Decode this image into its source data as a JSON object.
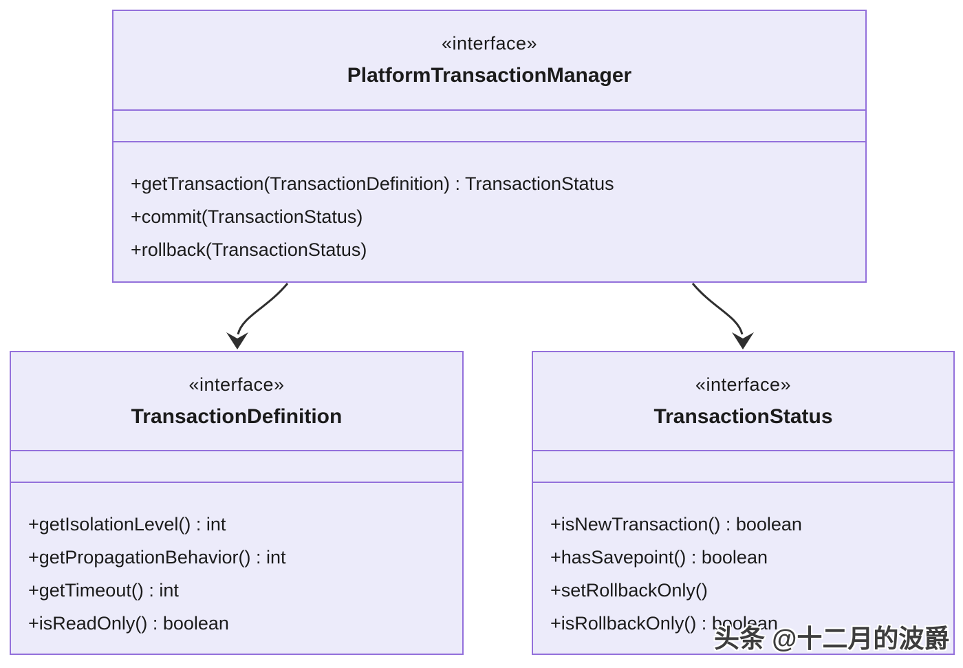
{
  "diagram": {
    "type": "uml-class-diagram",
    "classes": [
      {
        "id": "PlatformTransactionManager",
        "stereotype": "«interface»",
        "name": "PlatformTransactionManager",
        "attributes": [],
        "methods": [
          "+getTransaction(TransactionDefinition) : TransactionStatus",
          "+commit(TransactionStatus)",
          "+rollback(TransactionStatus)"
        ]
      },
      {
        "id": "TransactionDefinition",
        "stereotype": "«interface»",
        "name": "TransactionDefinition",
        "attributes": [],
        "methods": [
          "+getIsolationLevel() : int",
          "+getPropagationBehavior() : int",
          "+getTimeout() : int",
          "+isReadOnly() : boolean"
        ]
      },
      {
        "id": "TransactionStatus",
        "stereotype": "«interface»",
        "name": "TransactionStatus",
        "attributes": [],
        "methods": [
          "+isNewTransaction() : boolean",
          "+hasSavepoint() : boolean",
          "+setRollbackOnly()",
          "+isRollbackOnly() : boolean"
        ]
      }
    ],
    "relationships": [
      {
        "from": "PlatformTransactionManager",
        "to": "TransactionDefinition",
        "style": "arrow"
      },
      {
        "from": "PlatformTransactionManager",
        "to": "TransactionStatus",
        "style": "arrow"
      }
    ],
    "colors": {
      "box_fill": "#ECEBFA",
      "box_border": "#9370DB",
      "text": "#1b1b1b",
      "arrow": "#2f2f2f",
      "background": "#ffffff"
    },
    "watermark": "头条 @十二月的波爵"
  }
}
